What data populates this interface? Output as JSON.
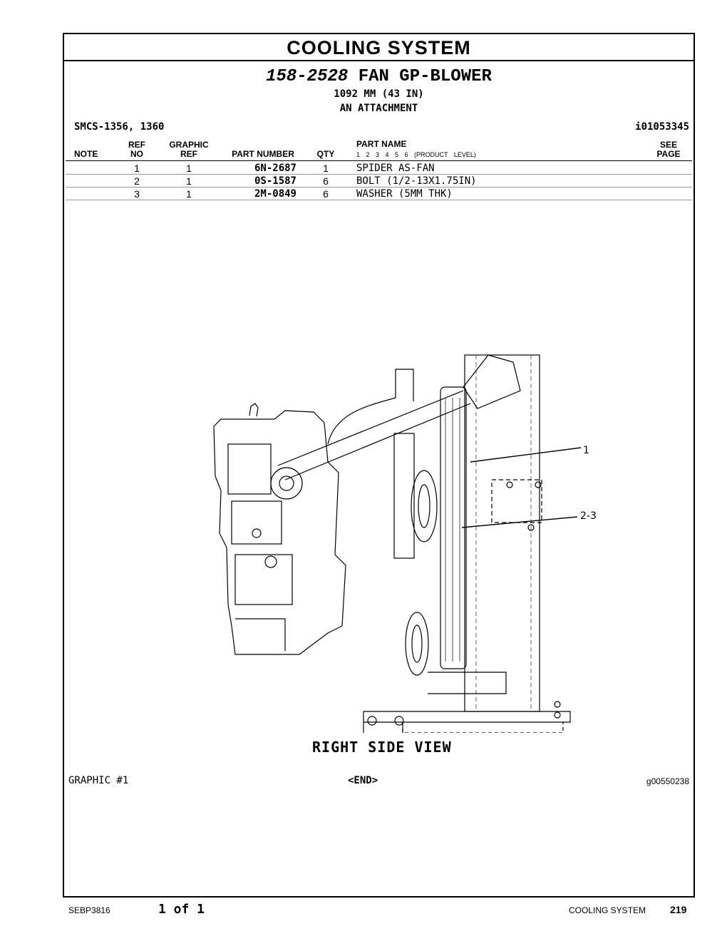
{
  "section_title": "COOLING SYSTEM",
  "group": {
    "part_number": "158-2528",
    "name": "FAN GP-BLOWER",
    "line1": "1092 MM (43 IN)",
    "line2": "AN ATTACHMENT"
  },
  "smcs": "SMCS-1356, 1360",
  "ident": "i01053345",
  "table": {
    "headers": {
      "note": "NOTE",
      "ref_top": "REF",
      "ref_bottom": "NO",
      "graphic_top": "GRAPHIC",
      "graphic_bottom": "REF",
      "part_number": "PART NUMBER",
      "qty": "QTY",
      "part_name": "PART NAME",
      "product_levels": "1 2 3 4 5 6 (PRODUCT LEVEL)",
      "see_top": "SEE",
      "see_bottom": "PAGE"
    },
    "rows": [
      {
        "ref": "1",
        "graphic": "1",
        "part_number": "6N-2687",
        "qty": "1",
        "name": "SPIDER AS-FAN"
      },
      {
        "ref": "2",
        "graphic": "1",
        "part_number": "0S-1587",
        "qty": "6",
        "name": "BOLT (1/2-13X1.75IN)"
      },
      {
        "ref": "3",
        "graphic": "1",
        "part_number": "2M-0849",
        "qty": "6",
        "name": "WASHER (5MM THK)"
      }
    ]
  },
  "drawing": {
    "callout_1": "1",
    "callout_2": "2-3",
    "view_label": "RIGHT SIDE VIEW"
  },
  "graphic_label": "GRAPHIC #1",
  "end_marker": "<END>",
  "graphic_number": "g00550238",
  "footer": {
    "doc_id": "SEBP3816",
    "page_of": "1 of 1",
    "section": "COOLING SYSTEM",
    "page": "219"
  }
}
